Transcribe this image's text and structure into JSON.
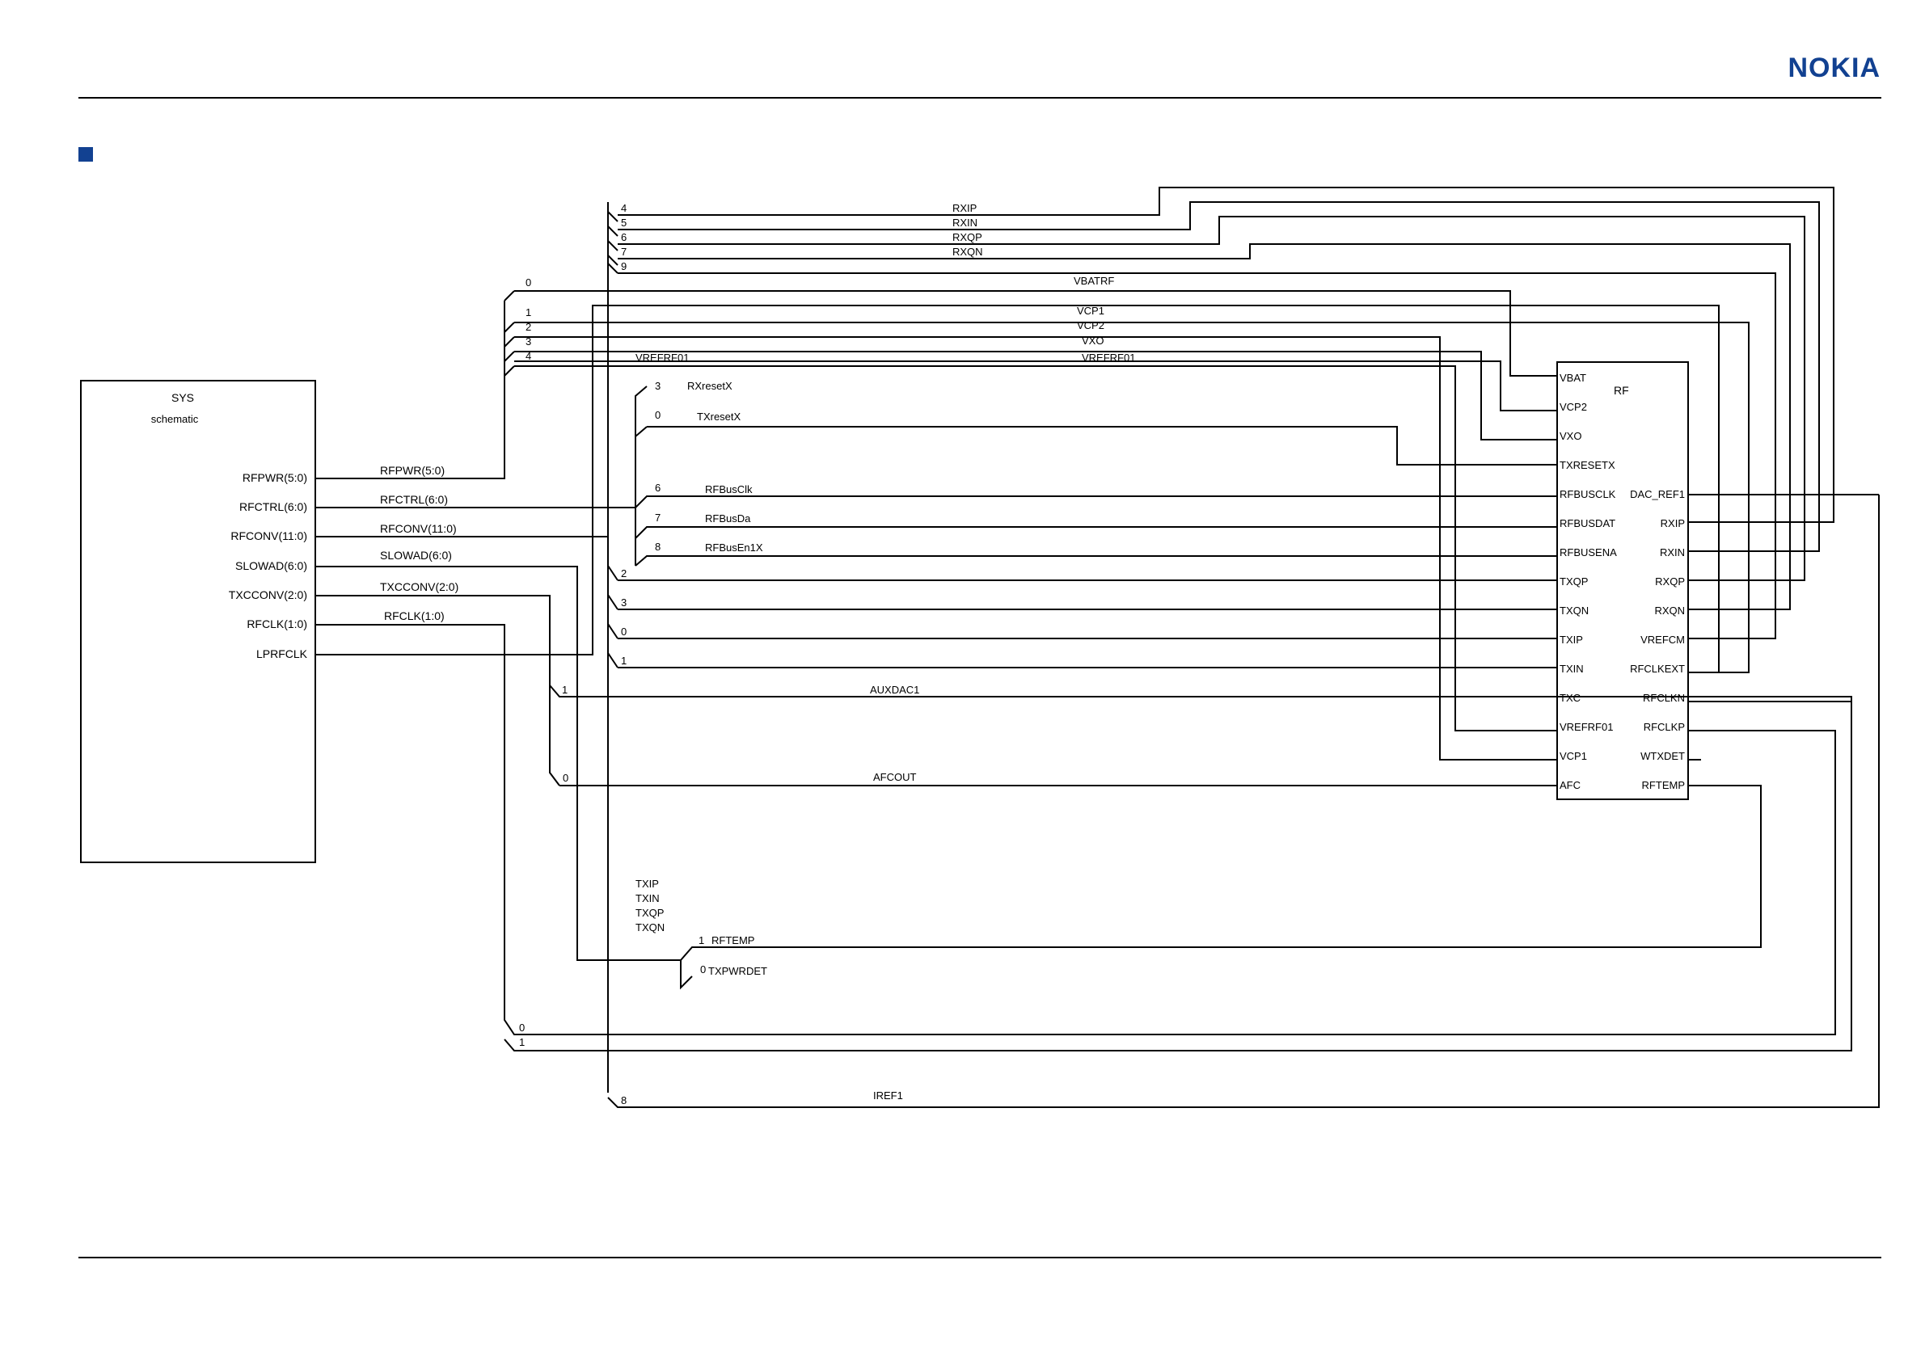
{
  "brand": {
    "logo_text": "NOKIA",
    "color": "#124191"
  },
  "colors": {
    "bullet": "#124191",
    "line": "#000000"
  },
  "sys_block": {
    "title": "SYS",
    "subtitle": "schematic",
    "ports": [
      "RFPWR(5:0)",
      "RFCTRL(6:0)",
      "RFCONV(11:0)",
      "SLOWAD(6:0)",
      "TXCCONV(2:0)",
      "RFCLK(1:0)",
      "LPRFCLK"
    ]
  },
  "rf_block": {
    "title": "RF",
    "left_pins": [
      "VBAT",
      "VCP2",
      "VXO",
      "TXRESETX",
      "RFBUSCLK",
      "RFBUSDAT",
      "RFBUSENA",
      "TXQP",
      "TXQN",
      "TXIP",
      "TXIN",
      "TXC",
      "VREFRF01",
      "VCP1",
      "AFC"
    ],
    "right_pins": [
      "DAC_REF1",
      "RXIP",
      "RXIN",
      "RXQP",
      "RXQN",
      "VREFCM",
      "RFCLKEXT",
      "RFCLKN",
      "RFCLKP",
      "WTXDET",
      "RFTEMP"
    ]
  },
  "bus_labels": [
    "RFPWR(5:0)",
    "RFCTRL(6:0)",
    "RFCONV(11:0)",
    "SLOWAD(6:0)",
    "TXCCONV(2:0)",
    "RFCLK(1:0)"
  ],
  "nets": {
    "rx": [
      {
        "idx": "4",
        "name": "RXIP"
      },
      {
        "idx": "5",
        "name": "RXIN"
      },
      {
        "idx": "6",
        "name": "RXQP"
      },
      {
        "idx": "7",
        "name": "RXQN"
      },
      {
        "idx": "9",
        "name": ""
      }
    ],
    "power": [
      {
        "idx": "0",
        "name": "VBATRF",
        "name2": ""
      },
      {
        "idx": "1",
        "name": "VCP1",
        "name2": ""
      },
      {
        "idx": "2",
        "name": "VCP2",
        "name2": ""
      },
      {
        "idx": "3",
        "name": "VXO",
        "name2": ""
      },
      {
        "idx": "4",
        "name": "VREFRF01",
        "name2": "VREFRF01"
      }
    ],
    "ctrl": [
      {
        "idx": "3",
        "name": "RXresetX"
      },
      {
        "idx": "0",
        "name": "TXresetX"
      },
      {
        "idx": "6",
        "name": "RFBusClk"
      },
      {
        "idx": "7",
        "name": "RFBusDa"
      },
      {
        "idx": "8",
        "name": "RFBusEn1X"
      }
    ],
    "tx_idx": [
      "2",
      "3",
      "0",
      "1"
    ],
    "txc": [
      {
        "idx": "1",
        "name": "AUXDAC1"
      },
      {
        "idx": "0",
        "name": "AFCOUT"
      }
    ],
    "tx_list": [
      "TXIP",
      "TXIN",
      "TXQP",
      "TXQN"
    ],
    "slowad": [
      {
        "idx": "1",
        "name": "RFTEMP"
      },
      {
        "idx": "0",
        "name": "TXPWRDET"
      }
    ],
    "clk_idx": [
      "0",
      "1"
    ],
    "iref": {
      "idx": "8",
      "name": "IREF1"
    }
  }
}
